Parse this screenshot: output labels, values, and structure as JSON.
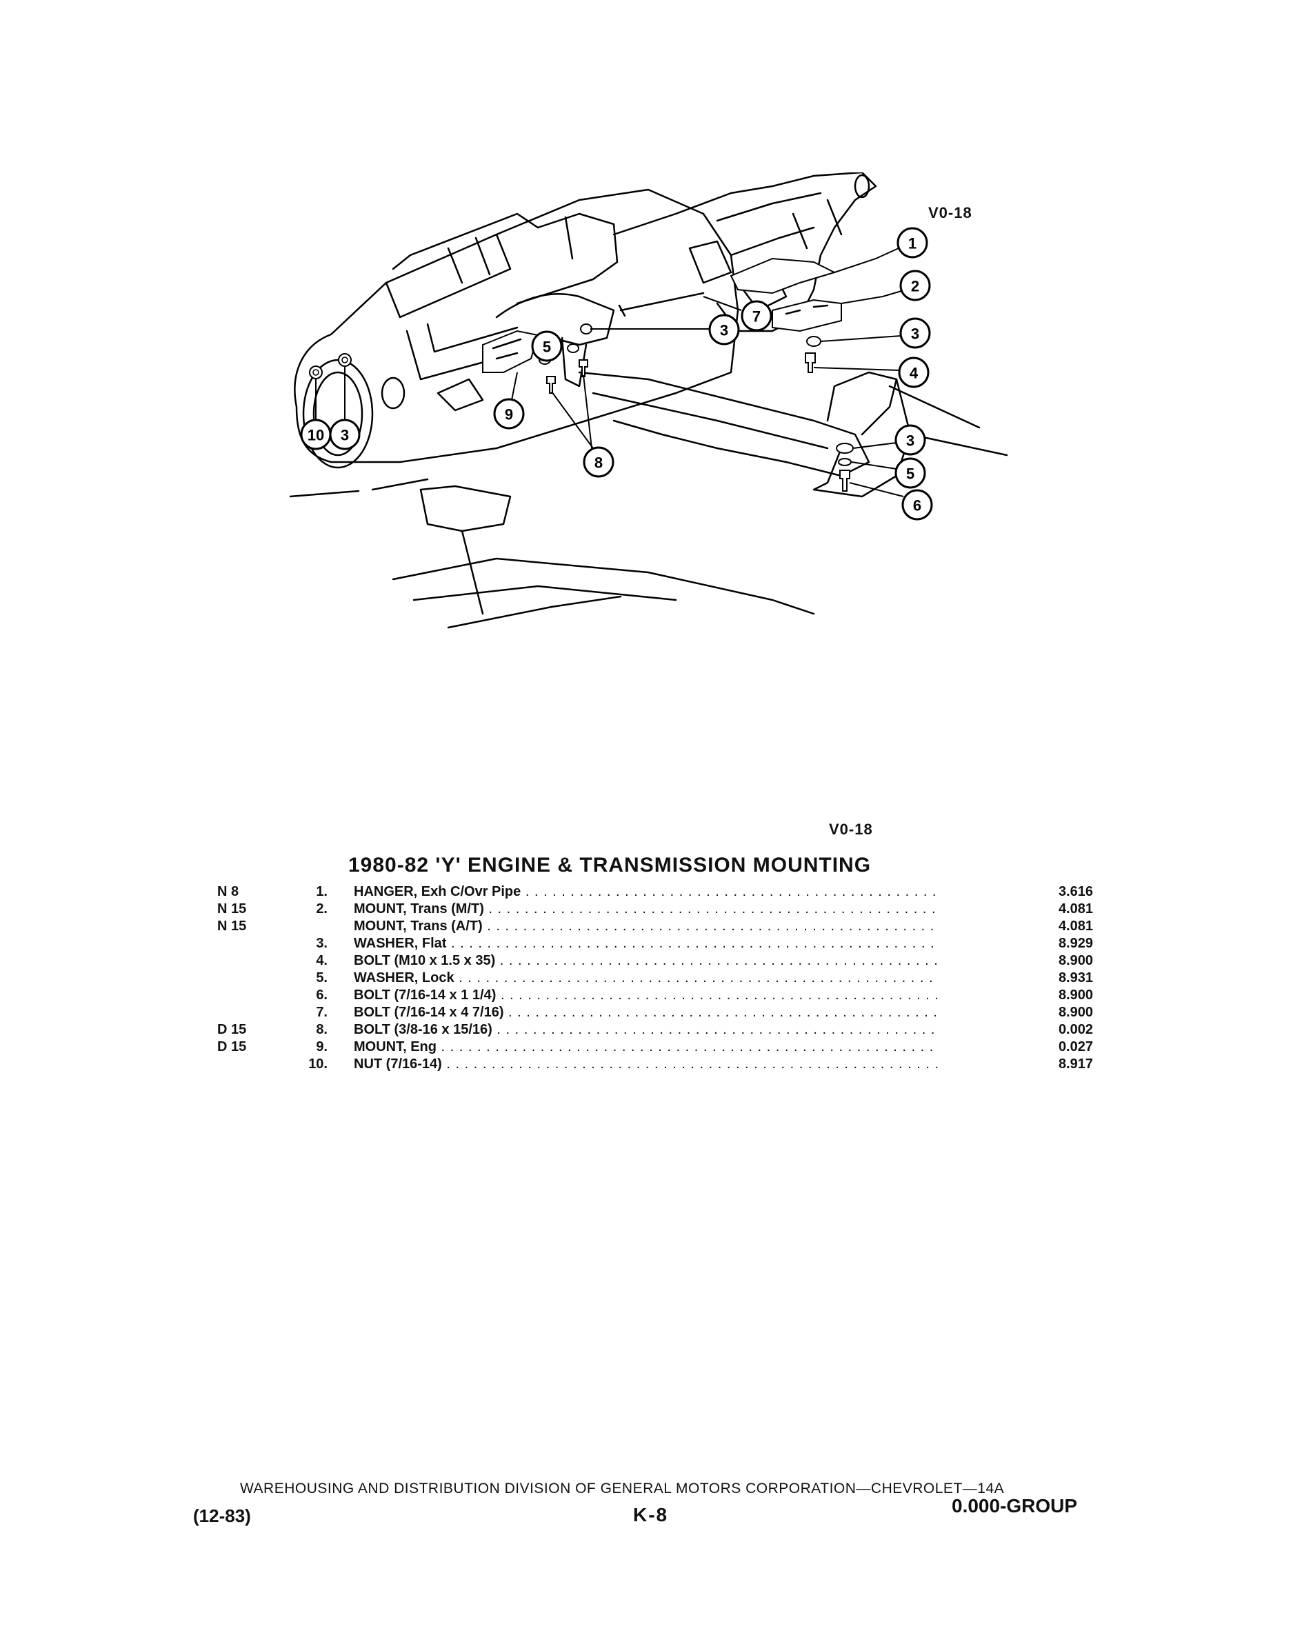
{
  "diagram": {
    "ref_top": "V0-18",
    "ref_bottom": "V0-18",
    "callouts": [
      {
        "id": "c1",
        "label": "1"
      },
      {
        "id": "c2",
        "label": "2"
      },
      {
        "id": "c3a",
        "label": "3"
      },
      {
        "id": "c7",
        "label": "7"
      },
      {
        "id": "c3b",
        "label": "3"
      },
      {
        "id": "c4",
        "label": "4"
      },
      {
        "id": "c5a",
        "label": "5"
      },
      {
        "id": "c9",
        "label": "9"
      },
      {
        "id": "c10",
        "label": "10"
      },
      {
        "id": "c3c",
        "label": "3"
      },
      {
        "id": "c8",
        "label": "8"
      },
      {
        "id": "c3d",
        "label": "3"
      },
      {
        "id": "c5b",
        "label": "5"
      },
      {
        "id": "c6",
        "label": "6"
      }
    ]
  },
  "title": "1980-82 'Y' ENGINE & TRANSMISSION MOUNTING",
  "parts": [
    {
      "code": "N  8",
      "num": "1.",
      "name": "HANGER, Exh C/Ovr Pipe",
      "price": "3.616"
    },
    {
      "code": "N 15",
      "num": "2.",
      "name": "MOUNT, Trans (M/T)",
      "price": "4.081"
    },
    {
      "code": "N 15",
      "num": "",
      "name": "MOUNT, Trans (A/T)",
      "price": "4.081"
    },
    {
      "code": "",
      "num": "3.",
      "name": "WASHER, Flat",
      "price": "8.929"
    },
    {
      "code": "",
      "num": "4.",
      "name": "BOLT (M10 x 1.5 x 35)",
      "price": "8.900"
    },
    {
      "code": "",
      "num": "5.",
      "name": "WASHER, Lock",
      "price": "8.931"
    },
    {
      "code": "",
      "num": "6.",
      "name": "BOLT (7/16-14 x 1 1/4)",
      "price": "8.900"
    },
    {
      "code": "",
      "num": "7.",
      "name": "BOLT (7/16-14 x 4 7/16)",
      "price": "8.900"
    },
    {
      "code": "D 15",
      "num": "8.",
      "name": "BOLT (3/8-16 x 15/16)",
      "price": "0.002"
    },
    {
      "code": "D 15",
      "num": "9.",
      "name": "MOUNT, Eng",
      "price": "0.027"
    },
    {
      "code": "",
      "num": "10.",
      "name": "NUT (7/16-14)",
      "price": "8.917"
    }
  ],
  "footer": {
    "line": "WAREHOUSING AND DISTRIBUTION DIVISION OF GENERAL MOTORS CORPORATION—CHEVROLET—14A",
    "date": "(12-83)",
    "page": "K-8",
    "group": "0.000-GROUP"
  }
}
